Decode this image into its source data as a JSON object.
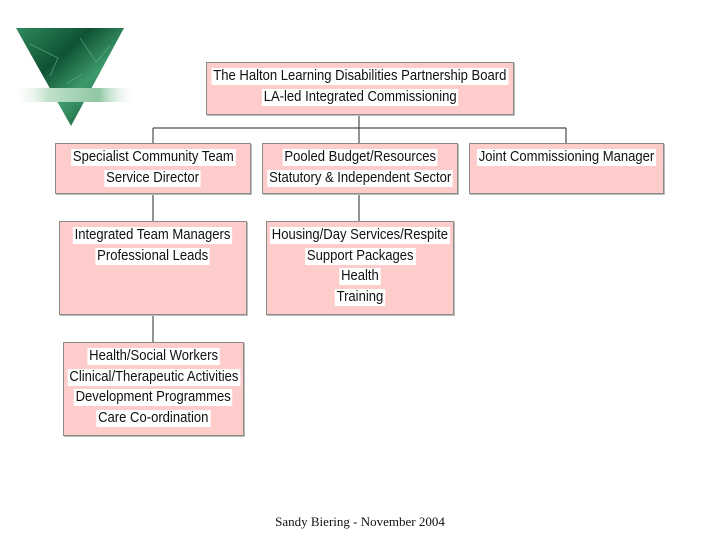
{
  "nodes": {
    "board": [
      "The Halton Learning Disabilities Partnership Board",
      "LA-led Integrated Commissioning"
    ],
    "specialist": [
      "Specialist Community Team",
      "Service Director"
    ],
    "pooled": [
      "Pooled Budget/Resources",
      "Statutory & Independent Sector"
    ],
    "joint": [
      "Joint Commissioning Manager"
    ],
    "managers": [
      "Integrated Team Managers",
      "Professional Leads"
    ],
    "housing": [
      "Housing/Day Services/Respite",
      "Support Packages",
      "Health",
      "Training"
    ],
    "workers": [
      "Health/Social Workers",
      "Clinical/Therapeutic Activities",
      "Development Programmes",
      "Care Co-ordination"
    ]
  },
  "footer": "Sandy Biering  - November 2004",
  "colors": {
    "box_fill": "#ffcccc",
    "box_border": "#8a8a8a",
    "connector": "#4d4d4d",
    "logo_green": "#1f6e4a"
  },
  "logo": {
    "icon": "green-marble-triangle-logo"
  }
}
